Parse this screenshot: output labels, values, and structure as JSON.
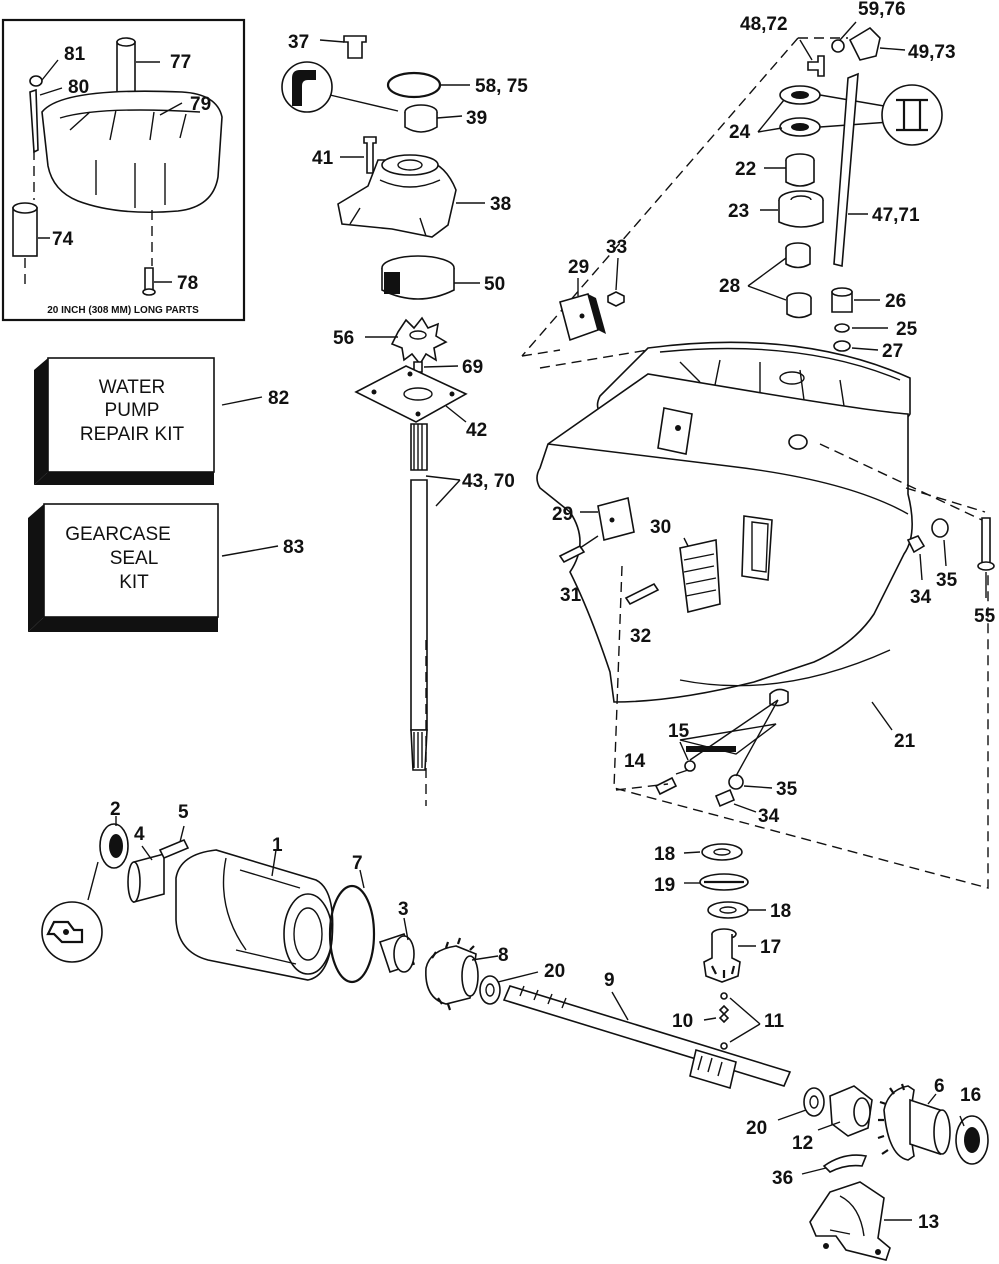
{
  "inset": {
    "caption": "20 INCH (308 MM) LONG PARTS"
  },
  "kits": {
    "water_pump": [
      "WATER",
      "PUMP",
      "REPAIR KIT"
    ],
    "gearcase_seal": [
      "GEARCASE",
      "SEAL",
      "KIT"
    ]
  },
  "labels": {
    "p81": "81",
    "p77": "77",
    "p80": "80",
    "p79": "79",
    "p74": "74",
    "p78": "78",
    "p82": "82",
    "p83": "83",
    "p37": "37",
    "p58_75": "58, 75",
    "p39": "39",
    "p41": "41",
    "p38": "38",
    "p50": "50",
    "p56": "56",
    "p69": "69",
    "p42": "42",
    "p43_70": "43, 70",
    "p48_72": "48,72",
    "p59_76": "59,76",
    "p49_73": "49,73",
    "p24": "24",
    "p22": "22",
    "p23": "23",
    "p47_71": "47,71",
    "p33": "33",
    "p29a": "29",
    "p28": "28",
    "p26": "26",
    "p25": "25",
    "p27": "27",
    "p29b": "29",
    "p30": "30",
    "p31": "31",
    "p32": "32",
    "p34a": "34",
    "p35a": "35",
    "p55": "55",
    "p21": "21",
    "p15": "15",
    "p14": "14",
    "p35b": "35",
    "p34b": "34",
    "p2": "2",
    "p5": "5",
    "p4": "4",
    "p1": "1",
    "p7": "7",
    "p3": "3",
    "p8": "8",
    "p20a": "20",
    "p9": "9",
    "p18a": "18",
    "p19": "19",
    "p18b": "18",
    "p17": "17",
    "p10": "10",
    "p11": "11",
    "p20b": "20",
    "p6": "6",
    "p16": "16",
    "p12": "12",
    "p36": "36",
    "p13": "13"
  }
}
